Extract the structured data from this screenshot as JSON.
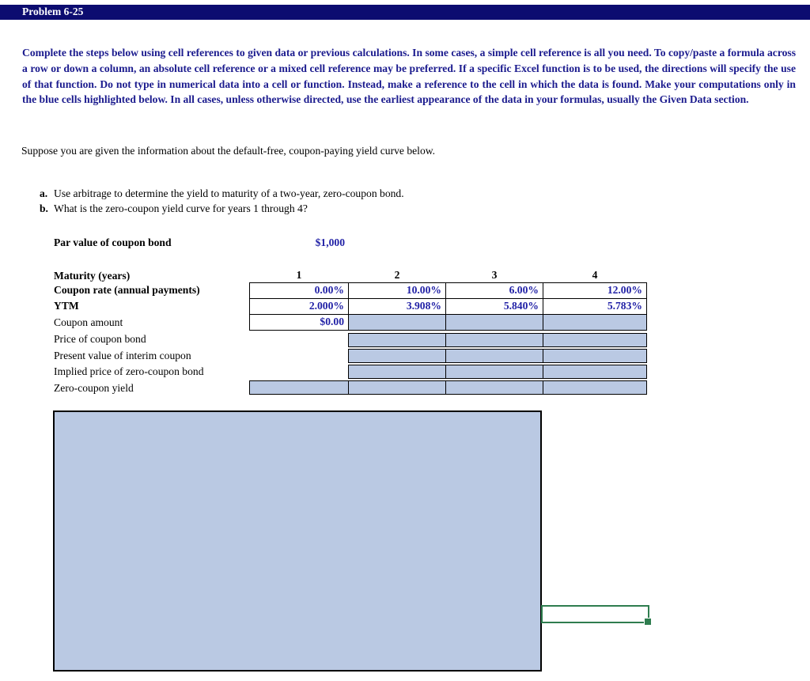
{
  "header": {
    "title": "Problem 6-25"
  },
  "instructions": "Complete the steps below using cell references to given data or previous calculations. In some cases, a simple cell reference is all you need. To copy/paste a formula across a row or down a column, an absolute cell reference or a mixed cell reference may be preferred. If a specific Excel function is to be used, the directions will specify the use of that function. Do not type in numerical data into a cell or function. Instead, make a reference to the cell in which the data is found. Make your computations only in the blue cells highlighted below. In all cases, unless otherwise directed, use the earliest appearance of the data in your formulas, usually the Given Data section.",
  "intro": "Suppose you are given the information about the default-free, coupon-paying yield curve below.",
  "questions": [
    {
      "label": "a.",
      "text": "Use arbitrage to determine the yield to maturity of a two-year, zero-coupon bond."
    },
    {
      "label": "b.",
      "text": "What is the zero-coupon yield curve for years 1 through 4?"
    }
  ],
  "given": {
    "par_label": "Par value of coupon bond",
    "par_value": "$1,000"
  },
  "table": {
    "maturity_label": "Maturity (years)",
    "col_headers": [
      "1",
      "2",
      "3",
      "4"
    ],
    "rows": [
      {
        "label": "Coupon rate (annual payments)",
        "values": [
          "0.00%",
          "10.00%",
          "6.00%",
          "12.00%"
        ]
      },
      {
        "label": "YTM",
        "values": [
          "2.000%",
          "3.908%",
          "5.840%",
          "5.783%"
        ]
      },
      {
        "label": "Coupon amount",
        "values": [
          "$0.00",
          "",
          "",
          ""
        ]
      },
      {
        "label": "Price of coupon bond",
        "values": [
          "",
          "",
          "",
          ""
        ]
      },
      {
        "label": "Present value of interim coupon",
        "values": [
          "",
          "",
          "",
          ""
        ]
      },
      {
        "label": "Implied price of zero-coupon bond",
        "values": [
          "",
          "",
          "",
          ""
        ]
      },
      {
        "label": "Zero-coupon yield",
        "values": [
          "",
          "",
          "",
          ""
        ]
      }
    ]
  },
  "colors": {
    "title_bar_bg": "#0c0c70",
    "instruction_text": "#1b1b8e",
    "value_text": "#2121a6",
    "input_cell_blue": "#bac9e3",
    "selection_green": "#2f7d4f"
  }
}
